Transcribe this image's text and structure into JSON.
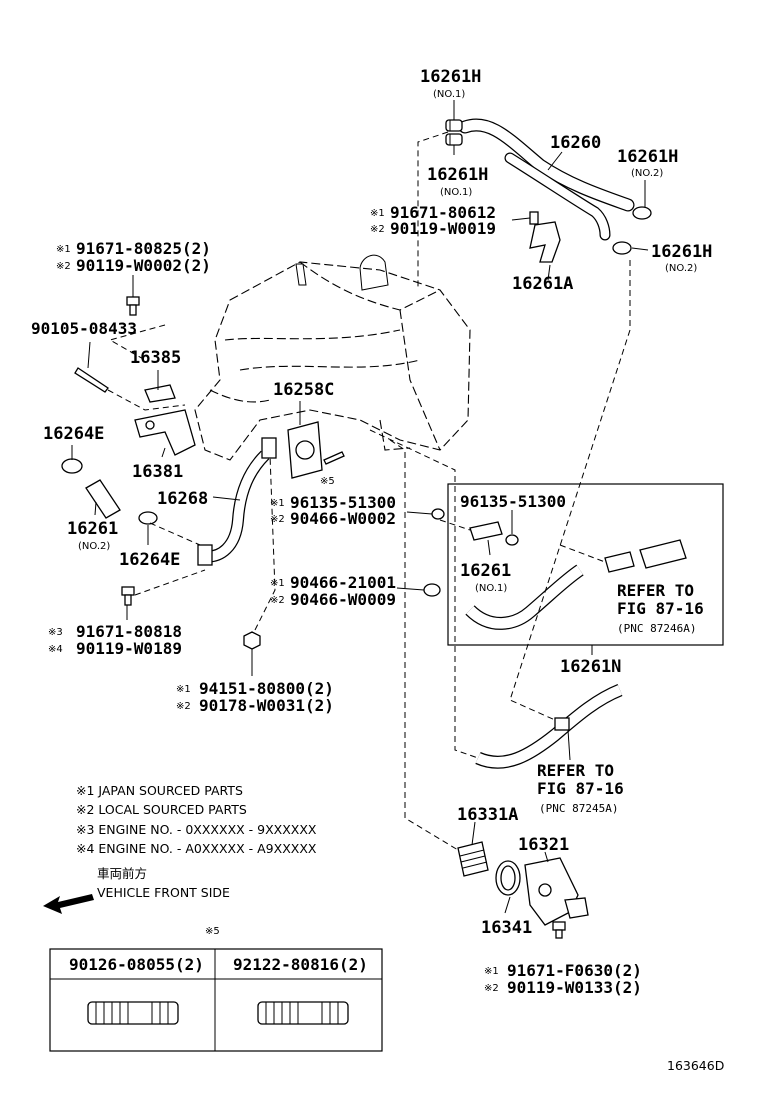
{
  "labels": {
    "p16261H_top": "16261H",
    "p16261H_top_sub": "(NO.1)",
    "p16260": "16260",
    "p16261H_right": "16261H",
    "p16261H_right_sub": "(NO.2)",
    "p16261H_mid": "16261H",
    "p16261H_mid_sub": "(NO.1)",
    "p16261H_right2": "16261H",
    "p16261H_right2_sub": "(NO.2)",
    "p16261A": "16261A",
    "b1_a_mark": "※1",
    "b1_a": "91671-80612",
    "b1_b_mark": "※2",
    "b1_b": "90119-W0019",
    "b2_a_mark": "※1",
    "b2_a": "91671-80825(2)",
    "b2_b_mark": "※2",
    "b2_b": "90119-W0002(2)",
    "p90105": "90105-08433",
    "p16385": "16385",
    "p16258C": "16258C",
    "p16264E_top": "16264E",
    "p16381": "16381",
    "p16268": "16268",
    "p16261_left": "16261",
    "p16261_left_sub": "(NO.2)",
    "p16264E_bot": "16264E",
    "mark5": "※5",
    "c1_a_mark": "※1",
    "c1_a": "96135-51300",
    "c1_b_mark": "※2",
    "c1_b": "90466-W0002",
    "box_pn": "96135-51300",
    "box_16261": "16261",
    "box_16261_sub": "(NO.1)",
    "refer1_l1": "REFER TO",
    "refer1_l2": "FIG 87-16",
    "refer1_l3": "(PNC 87246A)",
    "c2_a_mark": "※1",
    "c2_a": "90466-21001",
    "c2_b_mark": "※2",
    "c2_b": "90466-W0009",
    "c3_a_mark": "※3",
    "c3_a": "91671-80818",
    "c3_b_mark": "※4",
    "c3_b": "90119-W0189",
    "p16261N": "16261N",
    "c4_a_mark": "※1",
    "c4_a": "94151-80800(2)",
    "c4_b_mark": "※2",
    "c4_b": "90178-W0031(2)",
    "refer2_l1": "REFER TO",
    "refer2_l2": "FIG 87-16",
    "refer2_l3": "(PNC 87245A)",
    "p16331A": "16331A",
    "p16321": "16321",
    "p16341": "16341",
    "c5_a_mark": "※1",
    "c5_a": "91671-F0630(2)",
    "c5_b_mark": "※2",
    "c5_b": "90119-W0133(2)",
    "diagram_id": "163646D"
  },
  "notes": [
    "※1 JAPAN SOURCED PARTS",
    "※2 LOCAL SOURCED PARTS",
    "※3 ENGINE NO. - 0XXXXXX - 9XXXXXX",
    "※4 ENGINE NO. - A0XXXXX - A9XXXXX"
  ],
  "front": {
    "jp": "車両前方",
    "en": "VEHICLE FRONT SIDE"
  },
  "stud_table": {
    "mark": "※5",
    "col1": "90126-08055(2)",
    "col2": "92122-80816(2)"
  }
}
